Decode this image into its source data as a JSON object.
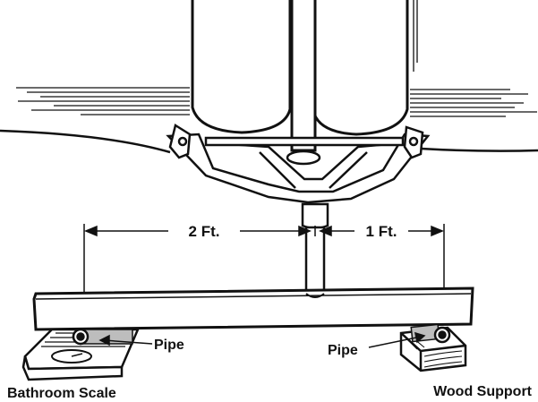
{
  "diagram": {
    "dimensions": {
      "left": "2 Ft.",
      "right": "1 Ft."
    },
    "parts": {
      "pipe_left": "Pipe",
      "pipe_right": "Pipe"
    },
    "captions": {
      "scale": "Bathroom Scale",
      "support": "Wood Support"
    },
    "colors": {
      "ink": "#111111",
      "paper": "#ffffff",
      "shade": "#bdbdbd"
    }
  }
}
